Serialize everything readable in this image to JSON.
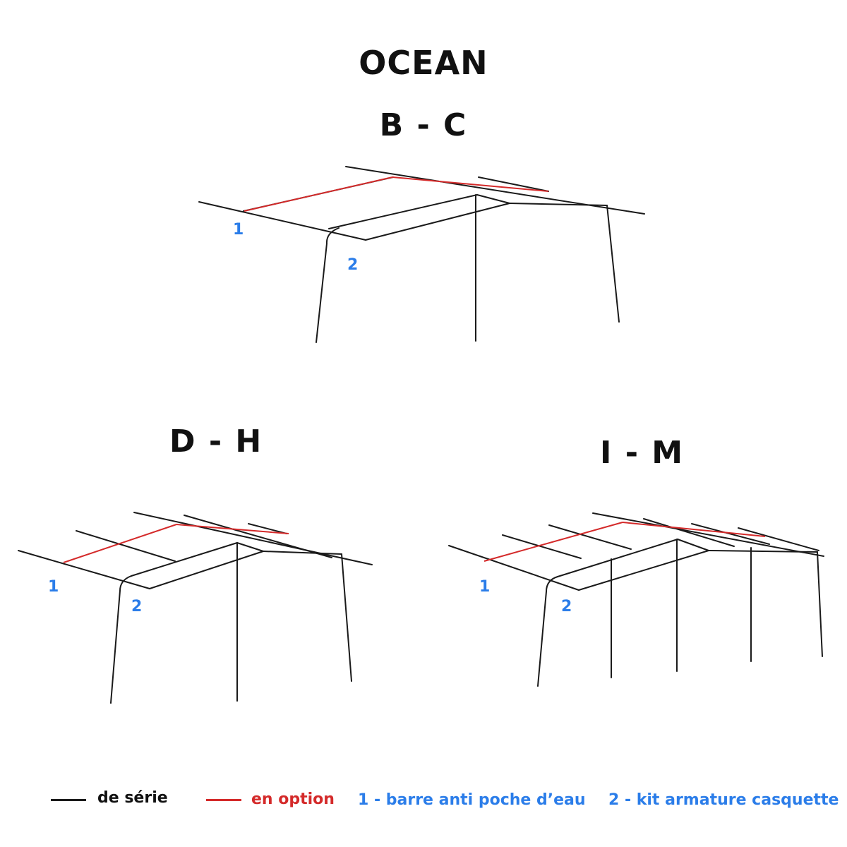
{
  "title": "OCEAN",
  "subtitles": {
    "bc": "B - C",
    "dh": "D - H",
    "im": "I - M"
  },
  "markers": {
    "one": "1",
    "two": "2"
  },
  "legend": {
    "standard": "de série",
    "option": "en option",
    "item1": "1 - barre anti poche d’eau",
    "item2": "2 - kit armature casquette"
  },
  "colors": {
    "standard": "#1a1a1a",
    "option": "#d42a2a",
    "label": "#2b7de9"
  }
}
